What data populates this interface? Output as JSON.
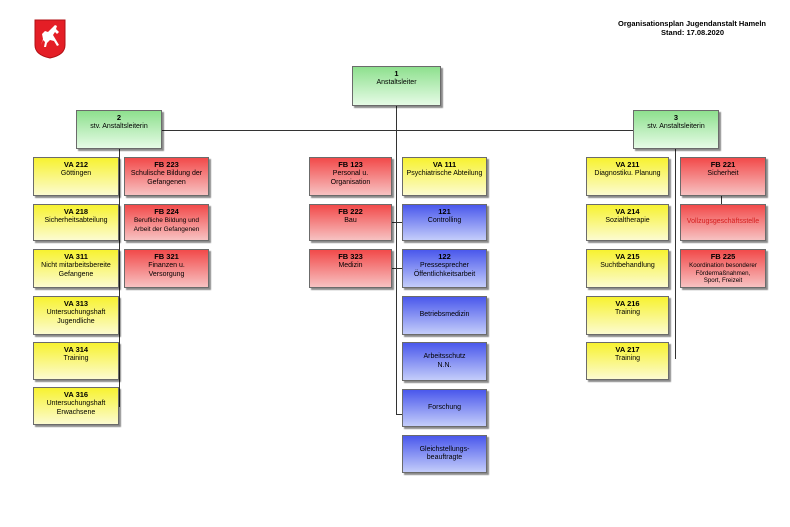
{
  "header": {
    "title": "Organisationsplan Jugendanstalt  Hameln",
    "date": "Stand: 17.08.2020"
  },
  "colors": {
    "leitung": "#8ee08e",
    "vollzug": "#f7f230",
    "fachbereich": "#f24a4a",
    "stab": "#4a58ec"
  },
  "logo": {
    "icon": "lower-saxony-horse-icon"
  },
  "top": {
    "code": "1",
    "name": "Anstaltsleiter"
  },
  "deputy_left": {
    "code": "2",
    "name": "stv. Anstaltsleiterin"
  },
  "deputy_right": {
    "code": "3",
    "name": "stv. Anstaltsleiterin"
  },
  "left_va": [
    {
      "code": "VA 212",
      "name": "Göttingen"
    },
    {
      "code": "VA 218",
      "name": "Sicherheitsabteilung"
    },
    {
      "code": "VA 311",
      "name": "Nicht mitarbeitsbereite\nGefangene"
    },
    {
      "code": "VA 313",
      "name": "Untersuchungshaft\nJugendliche"
    },
    {
      "code": "VA 314",
      "name": "Training"
    },
    {
      "code": "VA 316",
      "name": "Untersuchungshaft\nErwachsene"
    }
  ],
  "left_fb": [
    {
      "code": "FB 223",
      "name": "Schulische Bildung der\nGefangenen"
    },
    {
      "code": "FB 224",
      "name": "Berufliche Bildung  und\nArbeit der Gefangenen"
    },
    {
      "code": "FB 321",
      "name": "Finanzen u.\nVersorgung"
    }
  ],
  "center_fb": [
    {
      "code": "FB 123",
      "name": "Personal u.\nOrganisation"
    },
    {
      "code": "FB 222",
      "name": "Bau"
    },
    {
      "code": "FB 323",
      "name": "Medizin"
    }
  ],
  "center_stab": [
    {
      "code": "VA 111",
      "name": "Psychiatrische Abteilung"
    },
    {
      "code": "121",
      "name": "Controlling"
    },
    {
      "code": "122",
      "name": "Pressesprecher\nÖffentlichkeitsarbeit"
    },
    {
      "code": "",
      "name": "Betriebsmedizin"
    },
    {
      "code": "",
      "name": "Arbeitsschutz\nN.N."
    },
    {
      "code": "",
      "name": "Forschung"
    },
    {
      "code": "",
      "name": "Gleichstellungs-\nbeauftragte"
    }
  ],
  "right_va": [
    {
      "code": "VA 211",
      "name": "Diagnostiku. Planung"
    },
    {
      "code": "VA 214",
      "name": "Sozialtherapie"
    },
    {
      "code": "VA 215",
      "name": "Suchtbehandlung"
    },
    {
      "code": "VA 216",
      "name": "Training"
    },
    {
      "code": "VA 217",
      "name": "Training"
    }
  ],
  "right_fb": [
    {
      "code": "FB 221",
      "name": "Sicherheit"
    },
    {
      "code": "",
      "name": "Vollzugsgeschäftsstelle"
    },
    {
      "code": "FB 225",
      "name": "Koordination  besonderer\nFördermaßnahmen,\nSport, Freizeit"
    }
  ]
}
